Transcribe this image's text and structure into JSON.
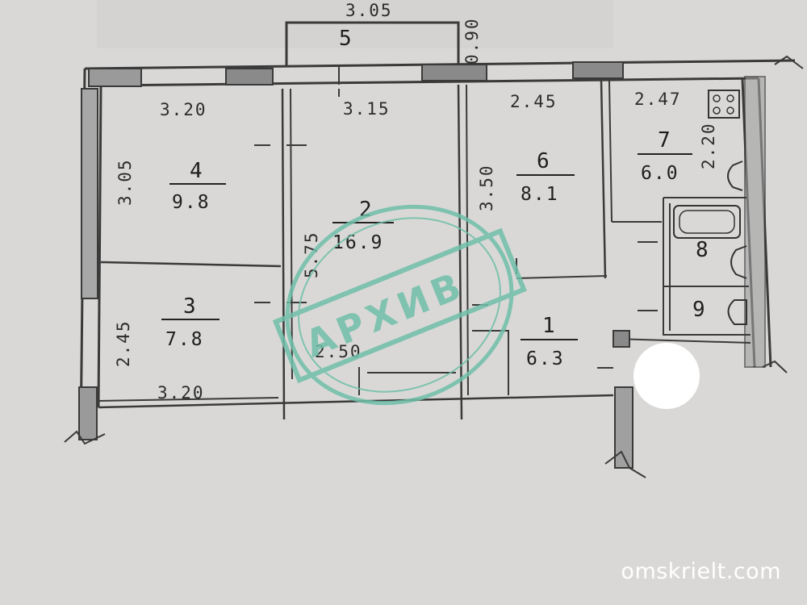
{
  "rooms": [
    {
      "id": "r1",
      "number": "1",
      "area": "6.3"
    },
    {
      "id": "r2",
      "number": "2",
      "area": "16.9"
    },
    {
      "id": "r3",
      "number": "3",
      "area": "7.8"
    },
    {
      "id": "r4",
      "number": "4",
      "area": "9.8"
    },
    {
      "id": "r5",
      "number": "5",
      "area": ""
    },
    {
      "id": "r6",
      "number": "6",
      "area": "8.1"
    },
    {
      "id": "r7",
      "number": "7",
      "area": "6.0"
    },
    {
      "id": "r8",
      "number": "8",
      "area": ""
    },
    {
      "id": "r9",
      "number": "9",
      "area": ""
    }
  ],
  "dimensions": {
    "balcony_width": "3.05",
    "balcony_depth": "0.90",
    "room4_width": "3.20",
    "room4_depth": "3.05",
    "room2_width": "3.15",
    "room2_depth": "5.75",
    "room2_lower": "2.50",
    "room3_depth": "2.45",
    "room3_width": "3.20",
    "room6_width": "2.45",
    "room6_depth": "3.50",
    "room7_width": "2.47",
    "room7_depth": "2.20"
  },
  "stamp": {
    "text": "АРХИВ"
  },
  "watermark": {
    "text": "omskrielt.com"
  }
}
